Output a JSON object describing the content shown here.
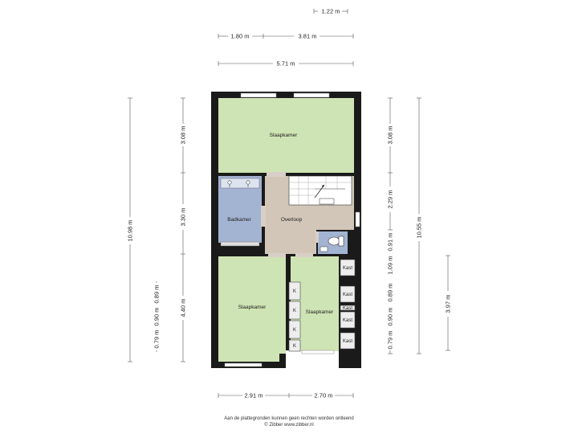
{
  "dimensions": {
    "top_1": "1.22 m",
    "top_2a": "1.80 m",
    "top_2b": "3.81 m",
    "top_3": "5.71 m",
    "bottom_a": "2.91 m",
    "bottom_b": "2.70 m",
    "left_outer": "10.98 m",
    "left_a": "3.08 m",
    "left_b": "3.30 m",
    "left_c": "4.40 m",
    "left_d1": "0.79 m",
    "left_d2": "0.90 m",
    "left_d3": "0.89 m",
    "right_outer": "10.55 m",
    "right_a": "3.08 m",
    "right_b": "2.29 m",
    "right_c": "0.91 m",
    "right_d": "1.09 m",
    "right_e1": "0.89 m",
    "right_e2": "0.90 m",
    "right_e3": "0.79 m",
    "right_far": "3.97 m"
  },
  "rooms": {
    "top_bedroom": "Slaapkamer",
    "bathroom": "Badkamer",
    "landing": "Overloop",
    "bottom_left_bedroom": "Slaapkamer",
    "bottom_right_bedroom": "Slaapkamer"
  },
  "closets": {
    "right": [
      "Kast",
      "Kast",
      "Kast",
      "Kast",
      "Kast"
    ],
    "left": [
      "K",
      "K",
      "K",
      "K"
    ]
  },
  "colors": {
    "bedroom": "#cfe4b4",
    "bathroom": "#a3b4d2",
    "landing": "#d1c6b8",
    "closet": "#eeeeee",
    "wall": "#1a1a1a"
  },
  "footer": {
    "line1": "Aan de plattegronden kunnen geen rechten worden ontleend",
    "line2": "© Zibber www.zibber.nl"
  }
}
